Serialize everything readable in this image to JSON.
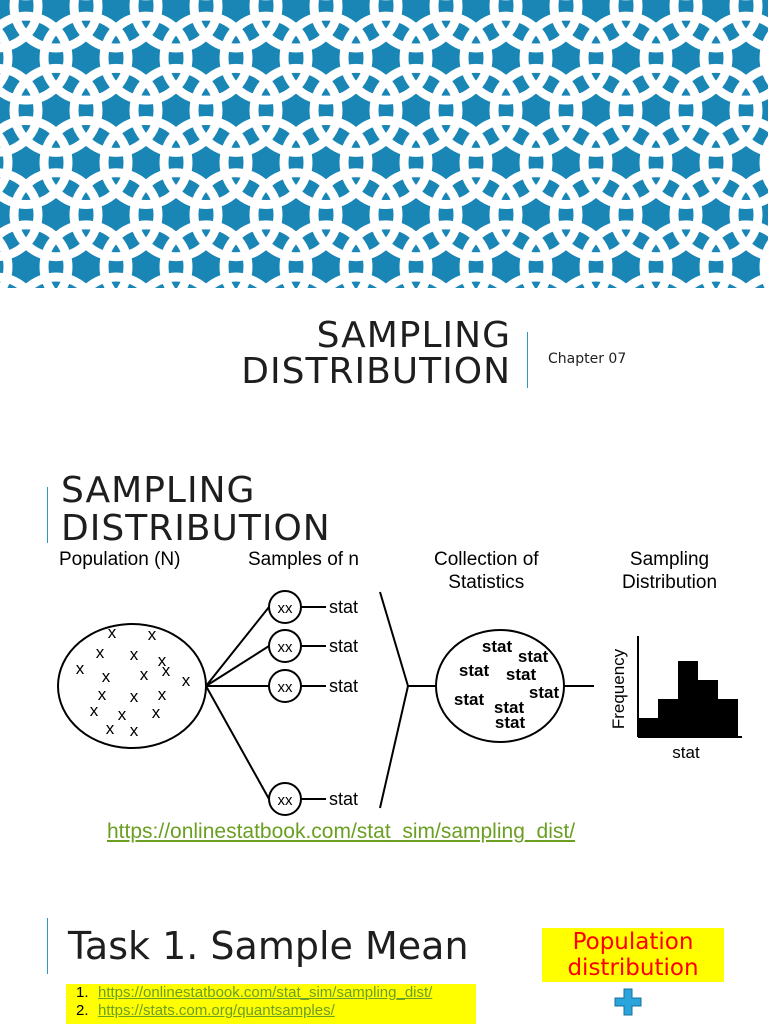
{
  "banner": {
    "color": "#1a86b6",
    "pattern": "interlocking-circles"
  },
  "title_slide": {
    "title_line1": "SAMPLING",
    "title_line2": "DISTRIBUTION",
    "subtitle": "Chapter 07"
  },
  "slide2": {
    "title_line1": "SAMPLING",
    "title_line2": "DISTRIBUTION",
    "diagram": {
      "population_label": "Population (N)",
      "samples_label": "Samples of n",
      "collection_label_line1": "Collection of",
      "collection_label_line2": "Statistics",
      "sampling_label_line1": "Sampling",
      "sampling_label_line2": "Distribution",
      "stat_word": "stat",
      "population_marker": "x",
      "histogram_ylabel": "Frequency",
      "histogram_xlabel": "stat",
      "histogram_values": [
        1,
        2,
        4,
        3,
        2
      ]
    },
    "link": "https://onlinestatbook.com/stat_sim/sampling_dist/"
  },
  "slide3": {
    "title": "Task 1. Sample Mean",
    "population_box_line1": "Population",
    "population_box_line2": "distribution",
    "links": [
      {
        "num": "1.",
        "url": "https://onlinestatbook.com/stat_sim/sampling_dist/"
      },
      {
        "num": "2.",
        "url": "https://stats.com.org/quantsamples/"
      }
    ]
  },
  "colors": {
    "accent": "#2a97c4",
    "link": "#6a9f22",
    "highlight": "#ffff00",
    "red": "#ff0000",
    "plus": "#2aa5dc"
  }
}
